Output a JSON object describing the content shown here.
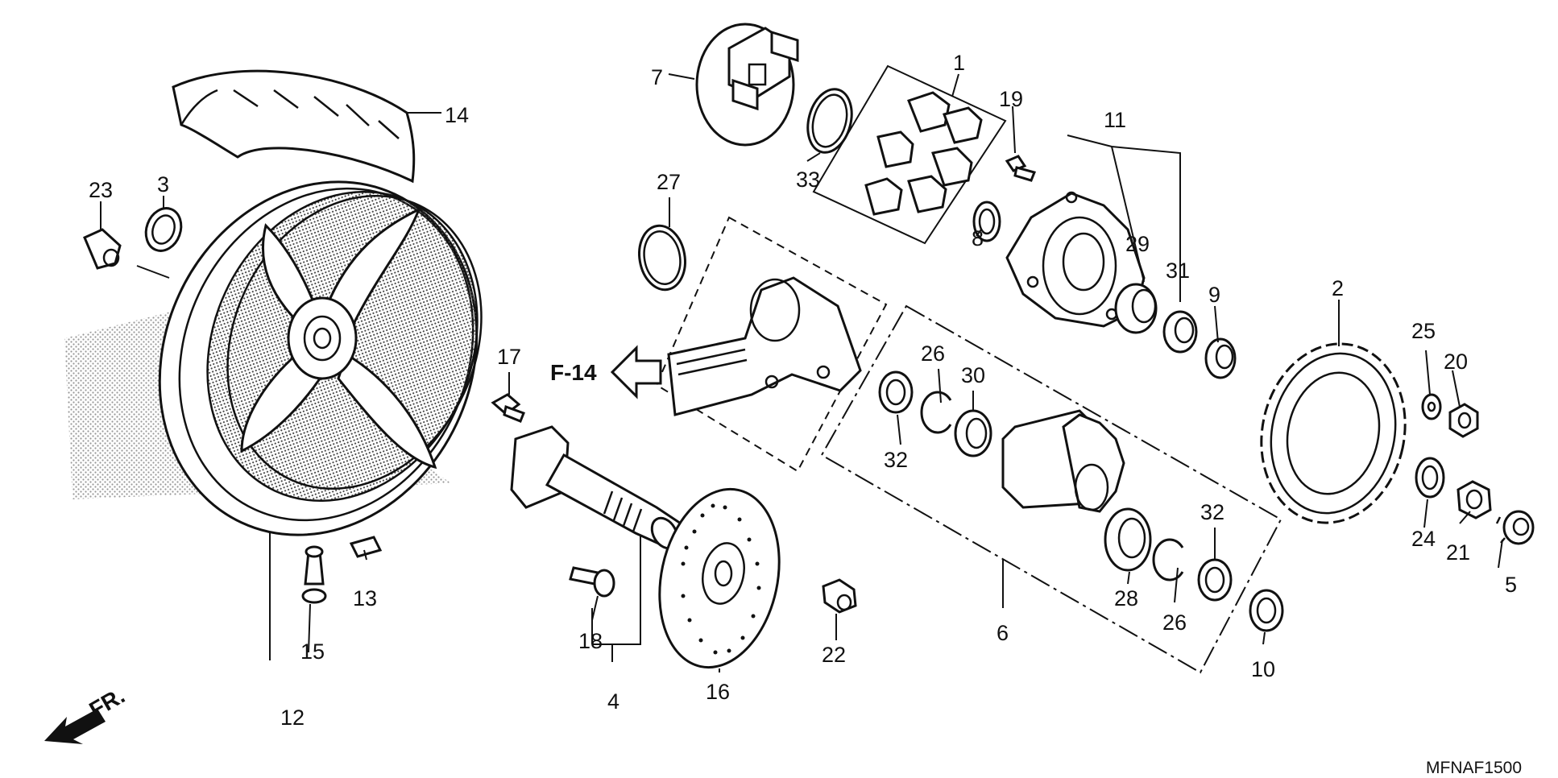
{
  "diagram": {
    "reference_code": "MFNAF1500",
    "section_reference": "F-14",
    "front_indicator": "FR.",
    "callouts": [
      "1",
      "2",
      "3",
      "4",
      "5",
      "6",
      "7",
      "8",
      "9",
      "10",
      "11",
      "12",
      "13",
      "14",
      "15",
      "16",
      "17",
      "18",
      "19",
      "20",
      "21",
      "22",
      "23",
      "24",
      "25",
      "26",
      "26",
      "27",
      "28",
      "29",
      "30",
      "31",
      "32",
      "32",
      "33"
    ]
  }
}
